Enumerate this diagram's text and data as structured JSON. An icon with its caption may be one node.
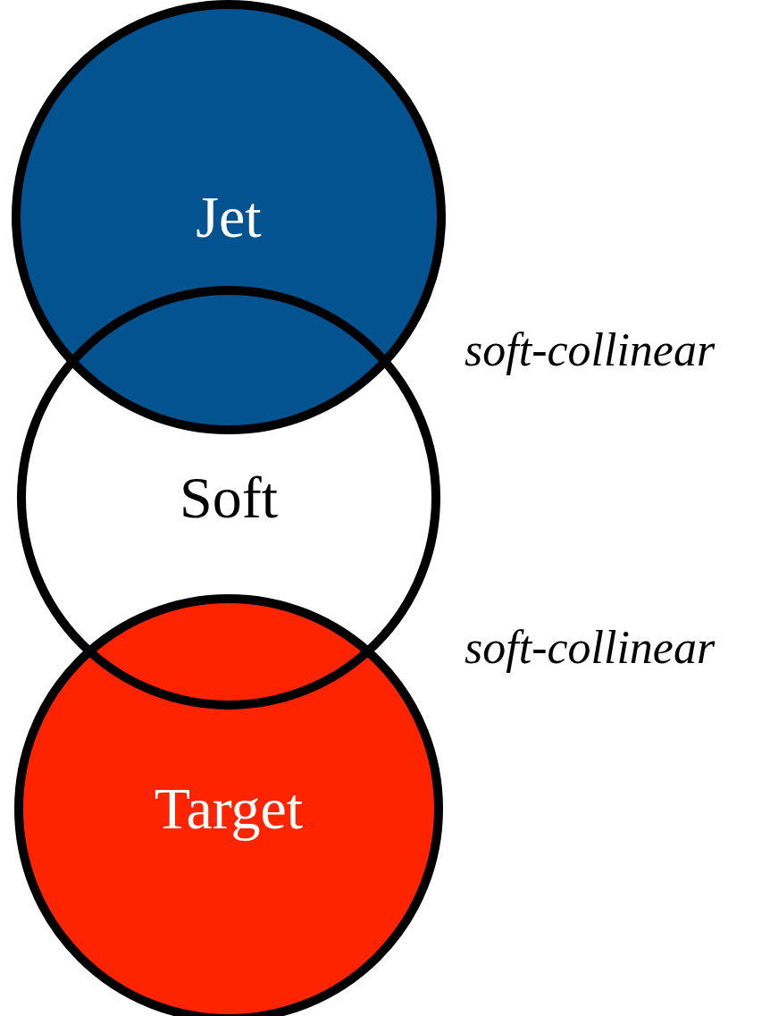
{
  "diagram": {
    "nodes": [
      {
        "text": [
          "Jet"
        ]
      },
      {
        "text": [
          "Soft"
        ]
      },
      {
        "text": [
          "Target"
        ]
      }
    ],
    "edges": [],
    "labels": [
      "soft-collinear",
      "soft-collinear"
    ]
  }
}
